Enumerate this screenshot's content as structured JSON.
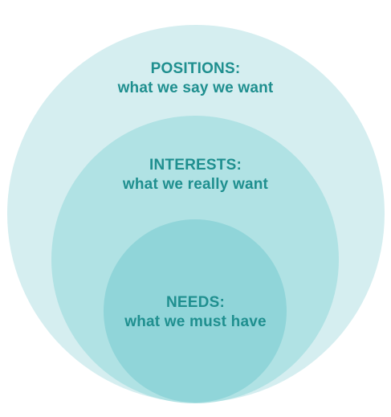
{
  "colors": {
    "background": "#ffffff",
    "outer_circle": "#d5eef0",
    "middle_circle": "#b0e2e4",
    "inner_circle": "#90d5d9",
    "text": "#1f8f8f"
  },
  "layers": [
    {
      "id": "positions",
      "title": "POSITIONS:",
      "subtitle": "what we say we want"
    },
    {
      "id": "interests",
      "title": "INTERESTS:",
      "subtitle": "what we really want"
    },
    {
      "id": "needs",
      "title": "NEEDS:",
      "subtitle": "what we must have"
    }
  ]
}
